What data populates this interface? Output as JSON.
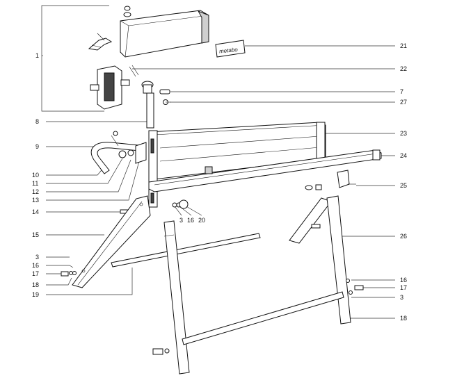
{
  "diagram": {
    "logo_text": "metabo",
    "labels": [
      {
        "id": "1",
        "text": "1"
      },
      {
        "id": "21",
        "text": "21"
      },
      {
        "id": "22",
        "text": "22"
      },
      {
        "id": "7",
        "text": "7"
      },
      {
        "id": "27",
        "text": "27"
      },
      {
        "id": "8",
        "text": "8"
      },
      {
        "id": "23",
        "text": "23"
      },
      {
        "id": "9",
        "text": "9"
      },
      {
        "id": "24",
        "text": "24"
      },
      {
        "id": "10",
        "text": "10"
      },
      {
        "id": "11",
        "text": "11"
      },
      {
        "id": "12",
        "text": "12"
      },
      {
        "id": "13",
        "text": "13"
      },
      {
        "id": "25",
        "text": "25"
      },
      {
        "id": "14",
        "text": "14"
      },
      {
        "id": "3a",
        "text": "3"
      },
      {
        "id": "16a",
        "text": "16"
      },
      {
        "id": "20",
        "text": "20"
      },
      {
        "id": "15",
        "text": "15"
      },
      {
        "id": "26",
        "text": "26"
      },
      {
        "id": "3b",
        "text": "3"
      },
      {
        "id": "16b",
        "text": "16"
      },
      {
        "id": "17a",
        "text": "17"
      },
      {
        "id": "18a",
        "text": "18"
      },
      {
        "id": "19",
        "text": "19"
      },
      {
        "id": "16c",
        "text": "16"
      },
      {
        "id": "17b",
        "text": "17"
      },
      {
        "id": "3c",
        "text": "3"
      },
      {
        "id": "18b",
        "text": "18"
      }
    ]
  }
}
